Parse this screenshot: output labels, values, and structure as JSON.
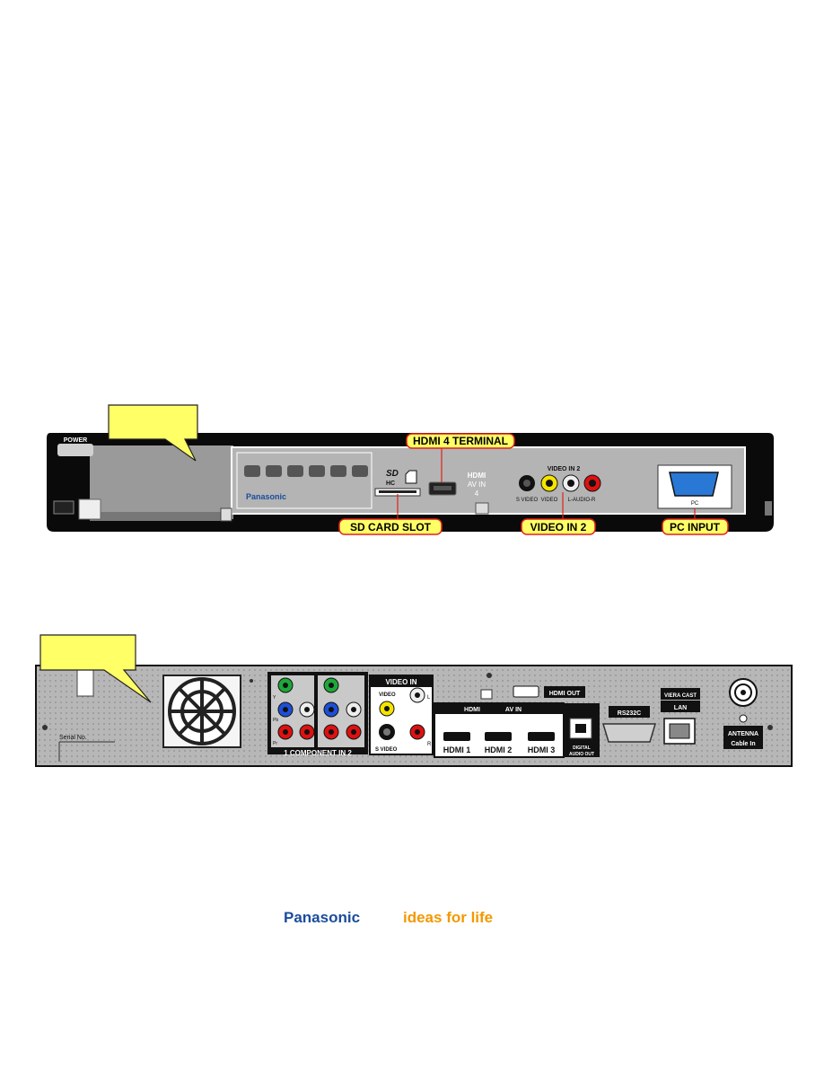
{
  "front_panel": {
    "power_label": "POWER",
    "brand": "Panasonic",
    "sd_logo_top": "SD",
    "sd_logo_bottom": "HC",
    "hdmi_logo": "HDMI",
    "av_in_label": "AV IN",
    "av_in_number": "4",
    "video_in2_label": "VIDEO IN 2",
    "svideo_label": "S VIDEO",
    "video_label": "VIDEO",
    "audio_label": "L-AUDIO-R",
    "pc_label": "PC",
    "callouts": {
      "hdmi4": "HDMI 4 TERMINAL",
      "sd_slot": "SD CARD SLOT",
      "video_in2": "VIDEO IN 2",
      "pc_input": "PC INPUT"
    },
    "note_box_text": ""
  },
  "rear_panel": {
    "serial_label": "Serial No.",
    "component_label": "1  COMPONENT IN  2",
    "video_in_label": "VIDEO IN",
    "video_sub_label": "VIDEO",
    "svideo_sub_label": "S VIDEO",
    "l_label": "L",
    "r_label": "R",
    "y_label": "Y",
    "pb_label": "Pb",
    "pr_label": "Pr",
    "hdmi_logo": "HDMI",
    "av_in_label": "AV IN",
    "hdmi1": "HDMI 1",
    "hdmi2": "HDMI 2",
    "hdmi3": "HDMI 3",
    "hdmi_out": "HDMI OUT",
    "digital_audio_out_1": "DIGITAL",
    "digital_audio_out_2": "AUDIO OUT",
    "rs232c": "RS232C",
    "lan": "LAN",
    "viera_cast": "VIERA CAST",
    "antenna_1": "ANTENNA",
    "antenna_2": "Cable In",
    "note_box_text": ""
  },
  "footer": {
    "brand": "Panasonic",
    "tagline": "ideas for life"
  },
  "colors": {
    "callout_red": "#e0221c",
    "callout_fill": "#ffff66",
    "panel_black": "#0a0a0a",
    "panel_grey": "#b4b4b4",
    "brand_blue": "#1a4c9c",
    "tagline_orange": "#f39800"
  }
}
